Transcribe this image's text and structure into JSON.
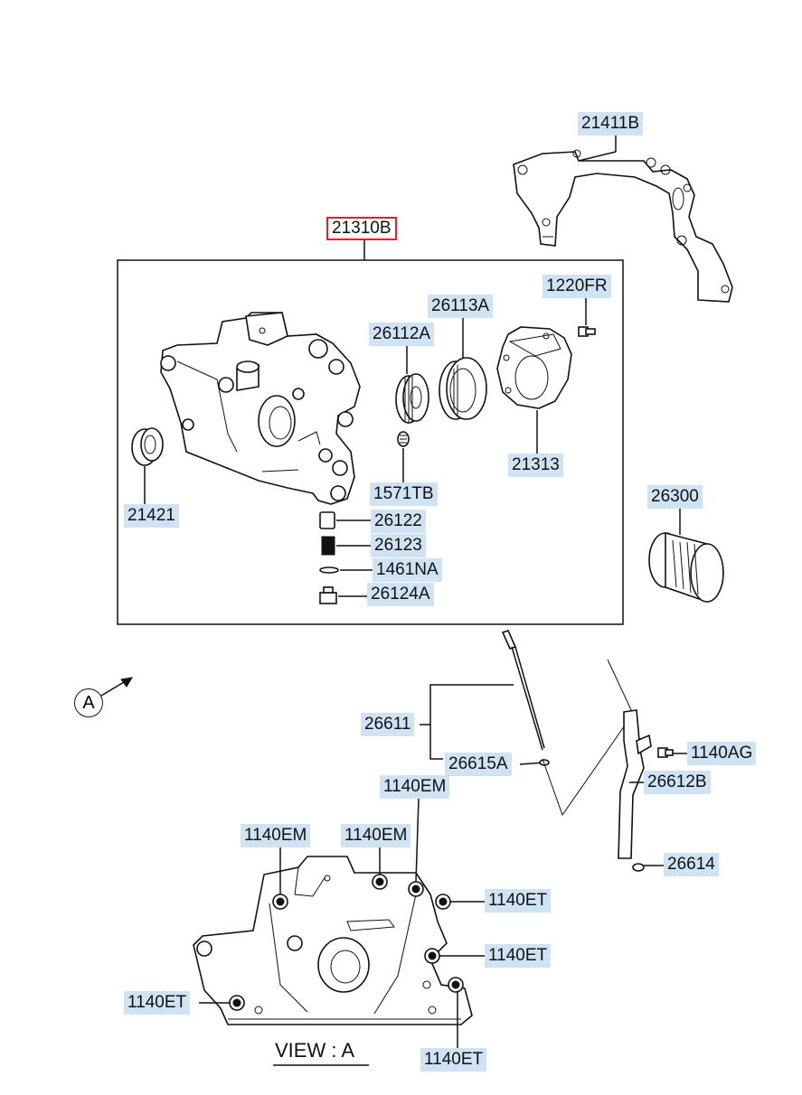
{
  "labels": {
    "p21411B": "21411B",
    "p21310B": "21310B",
    "p1220FR": "1220FR",
    "p26113A": "26113A",
    "p26112A": "26112A",
    "p21313": "21313",
    "p21421": "21421",
    "p1571TB": "1571TB",
    "p26122": "26122",
    "p26123": "26123",
    "p1461NA": "1461NA",
    "p26124A": "26124A",
    "p26300": "26300",
    "p26611": "26611",
    "p26615A": "26615A",
    "p1140AG": "1140AG",
    "p26612B": "26612B",
    "p26614": "26614",
    "p1140EM_top": "1140EM",
    "p1140EM_left": "1140EM",
    "p1140EM_mid": "1140EM",
    "p1140ET_r1": "1140ET",
    "p1140ET_r2": "1140ET",
    "p1140ET_left": "1140ET",
    "p1140ET_bottom": "1140ET"
  },
  "view_label": "VIEW : A",
  "view_marker": "A",
  "colors": {
    "label_bg": "#cfe3f5",
    "selected_border": "#e0202a",
    "line": "#111111"
  }
}
